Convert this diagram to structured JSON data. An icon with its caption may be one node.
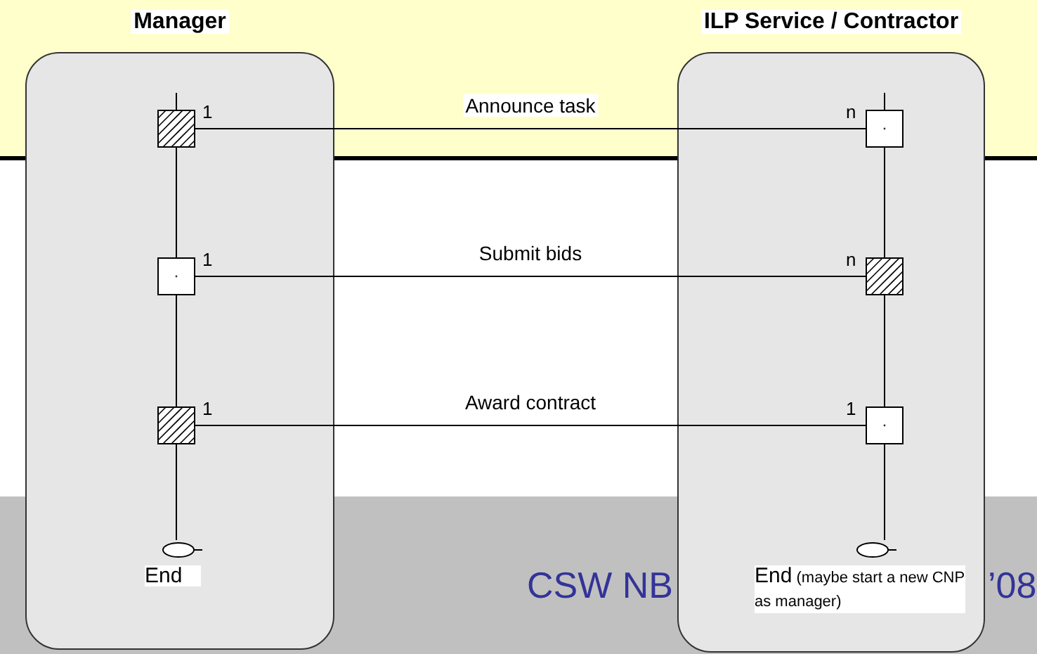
{
  "diagram": {
    "nodes": [
      {
        "text": [
          "Manager"
        ]
      },
      {
        "text": [
          "ILP Service / Contractor"
        ]
      },
      {
        "text": [],
        "shape": "box",
        "beside": [
          "1"
        ],
        "in": 0
      },
      {
        "text": [],
        "shape": "box",
        "beside": [
          "n"
        ],
        "in": 1
      },
      {
        "text": [],
        "shape": "box",
        "beside": [
          "1"
        ],
        "in": 0
      },
      {
        "text": [],
        "shape": "box",
        "beside": [
          "n"
        ],
        "in": 1
      },
      {
        "text": [],
        "shape": "box",
        "beside": [
          "1"
        ],
        "in": 0
      },
      {
        "text": [],
        "shape": "box",
        "beside": [
          "1"
        ],
        "in": 1
      },
      {
        "text": [
          "End"
        ],
        "in": 0
      },
      {
        "text": [
          "End",
          "(maybe start a new CNP as manager)"
        ],
        "in": 1
      }
    ],
    "edges": [
      {
        "from": 2,
        "to": 3,
        "arrow": "none",
        "label": "Announce task"
      },
      {
        "from": 4,
        "to": 5,
        "arrow": "none",
        "label": "Submit bids"
      },
      {
        "from": 6,
        "to": 7,
        "arrow": "none",
        "label": "Award contract"
      },
      {
        "from": 2,
        "to": 4,
        "arrow": "none"
      },
      {
        "from": 4,
        "to": 6,
        "arrow": "none"
      },
      {
        "from": 6,
        "to": 8,
        "arrow": "none"
      },
      {
        "from": 3,
        "to": 5,
        "arrow": "none"
      },
      {
        "from": 5,
        "to": 7,
        "arrow": "none"
      },
      {
        "from": 7,
        "to": 9,
        "arrow": "none"
      }
    ],
    "labels": [
      "CSW NB",
      "’08"
    ]
  }
}
